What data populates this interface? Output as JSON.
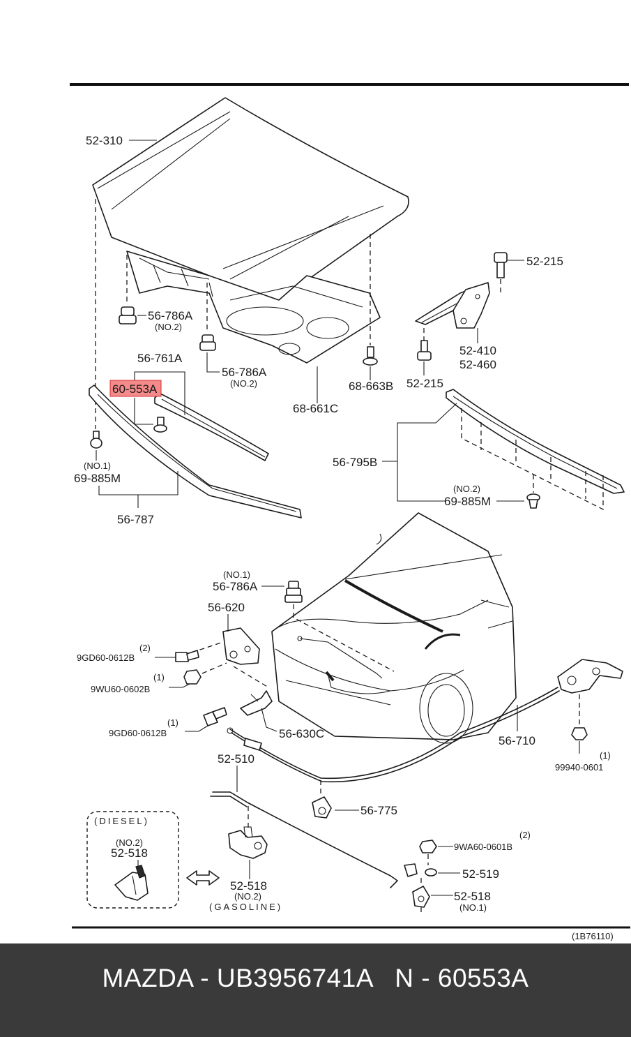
{
  "labels": {
    "hood": "52-310",
    "bolt_top": "52-215",
    "clip_no2_a": "56-786A",
    "clip_no2_a_sub": "(NO.2)",
    "hinge_a": "52-410",
    "hinge_b": "52-460",
    "seal_a": "56-761A",
    "highlight": "60-553A",
    "clip_no2_b": "56-786A",
    "clip_no2_b_sub": "(NO.2)",
    "clip_683": "68-663B",
    "bolt_mid": "52-215",
    "insulator": "68-661C",
    "clip_no1_sub": "(NO.1)",
    "clip_885": "69-885M",
    "seal_795": "56-795B",
    "clip_885_no2_sub": "(NO.2)",
    "clip_885_no2": "69-885M",
    "seal_787": "56-787",
    "bumper_no1_sub": "(NO.1)",
    "bumper": "56-786A",
    "latch": "56-620",
    "bolt_612_qty": "(2)",
    "bolt_612": "9GD60-0612B",
    "nut_602_qty": "(1)",
    "nut_602": "9WU60-0602B",
    "bolt_612b_qty": "(1)",
    "bolt_612b": "9GD60-0612B",
    "lever": "56-630C",
    "cable": "56-710",
    "nut_999_qty": "(1)",
    "nut_999": "99940-0601",
    "rod": "52-510",
    "clip_775": "56-775",
    "diesel": "(DIESEL)",
    "diesel_no2": "(NO.2)",
    "diesel_part": "52-518",
    "nut_601_qty": "(2)",
    "nut_601": "9WA60-0601B",
    "clip_519": "52-519",
    "gas_part": "52-518",
    "gas_no2": "(NO.2)",
    "gasoline": "(GASOLINE)",
    "clip_518_no1": "52-518",
    "clip_518_no1_sub": "(NO.1)",
    "ref_code": "(1B76110)"
  },
  "footer": {
    "text": "MAZDA - UB3956741A   N - 60553A"
  },
  "colors": {
    "highlight_fill": "#f48a8a",
    "highlight_stroke": "#d03030",
    "footer_bg": "#3a3a3a",
    "footer_text": "#ffffff"
  }
}
